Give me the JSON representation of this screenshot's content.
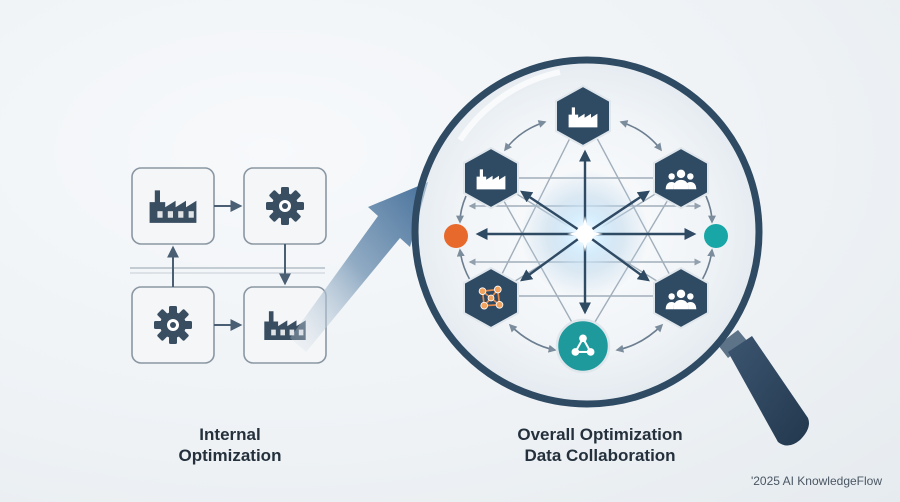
{
  "left_caption": {
    "line1": "Internal",
    "line2": "Optimization"
  },
  "right_caption": {
    "line1": "Overall Optimization",
    "line2": "Data Collaboration"
  },
  "copyright": "'2025 AI KnowledgeFlow",
  "colors": {
    "navy": "#2f4a63",
    "icon_dark": "#34495e",
    "arrow_blue": "#3e6a96",
    "teal": "#1f9a9c",
    "orange": "#e8692c",
    "cyan_node": "#19a6a6",
    "box_border": "#8a97a3"
  },
  "icons": {
    "left_top_left": "factory-icon",
    "left_top_right": "gear-icon",
    "left_bottom_left": "gear-icon",
    "left_bottom_right": "factory-icon",
    "hub_top": "factory-icon",
    "hub_upper_left": "factory-icon",
    "hub_upper_right": "people-icon",
    "hub_lower_left": "network-icon",
    "hub_lower_right": "people-icon",
    "hub_bottom": "share-icon"
  }
}
